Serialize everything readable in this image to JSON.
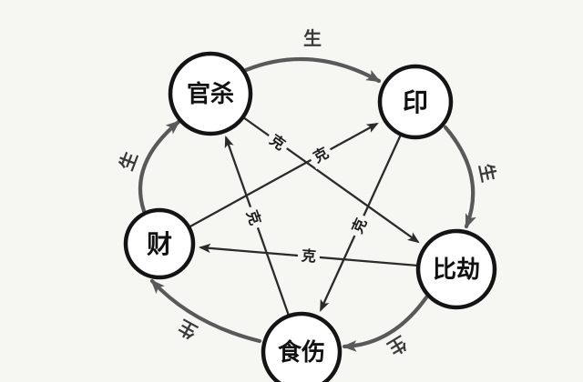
{
  "diagram": {
    "type": "five-elements-ten-gods-cycle",
    "nodes": [
      {
        "id": "guansha",
        "label": "官杀"
      },
      {
        "id": "yin",
        "label": "印"
      },
      {
        "id": "bijie",
        "label": "比劫"
      },
      {
        "id": "shishang",
        "label": "食伤"
      },
      {
        "id": "cai",
        "label": "财"
      }
    ],
    "generation_edges": [
      {
        "from": "官杀",
        "to": "印",
        "label": "生"
      },
      {
        "from": "印",
        "to": "比劫",
        "label": "生"
      },
      {
        "from": "比劫",
        "to": "食伤",
        "label": "生"
      },
      {
        "from": "食伤",
        "to": "财",
        "label": "生"
      },
      {
        "from": "财",
        "to": "官杀",
        "label": "生"
      }
    ],
    "overcoming_edges": [
      {
        "from": "官杀",
        "to": "比劫",
        "label": "克"
      },
      {
        "from": "印",
        "to": "食伤",
        "label": "克"
      },
      {
        "from": "比劫",
        "to": "财",
        "label": "克"
      },
      {
        "from": "食伤",
        "to": "官杀",
        "label": "克"
      },
      {
        "from": "财",
        "to": "印",
        "label": "克"
      }
    ],
    "colors": {
      "background": "#f6f6f3",
      "circle_stroke": "#141414",
      "generation_arc": "#595959",
      "overcoming_line": "#2b2b2b",
      "text": "#111111"
    }
  }
}
